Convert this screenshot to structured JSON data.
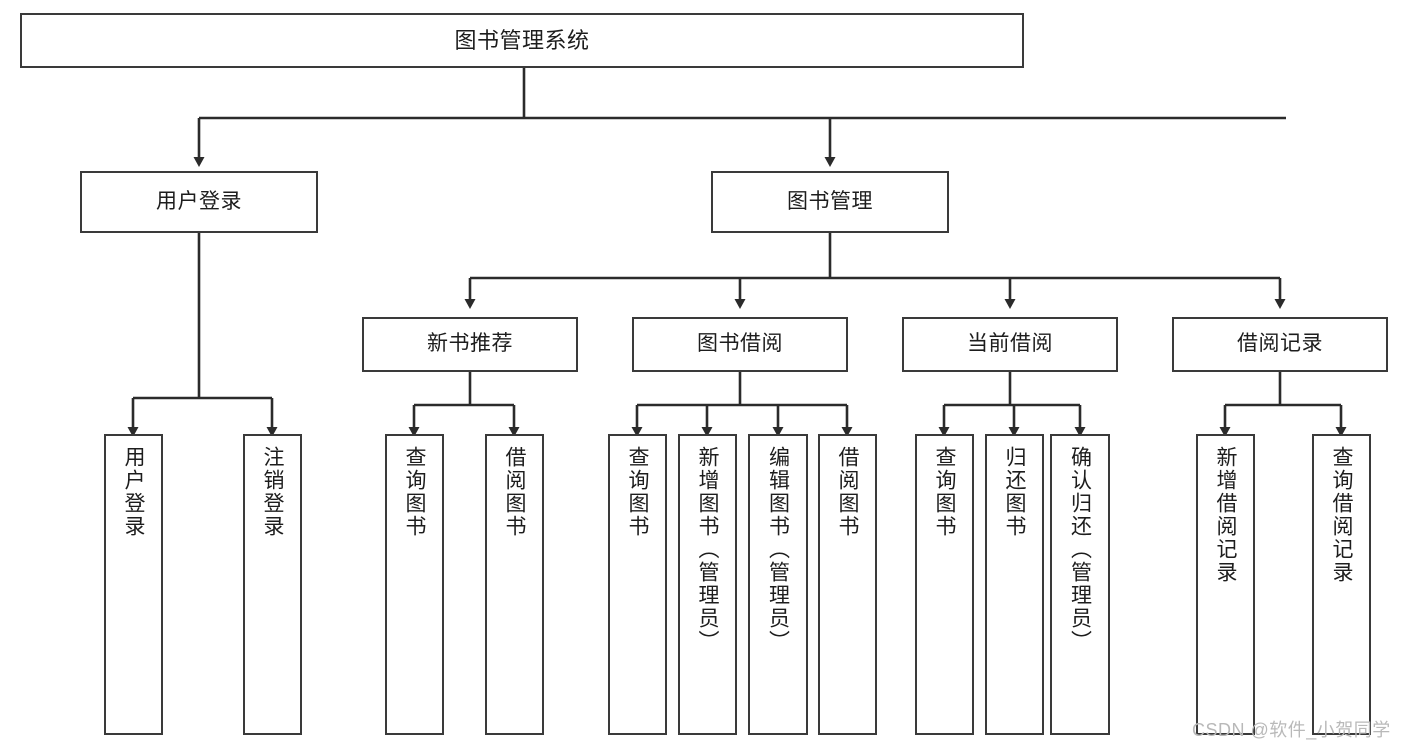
{
  "diagram": {
    "title": "图书管理系统",
    "type": "tree-hierarchy-diagram",
    "colors": {
      "background": "#ffffff",
      "node_border": "#3a3a3a",
      "node_fill": "#ffffff",
      "connector": "#2b2b2b",
      "text": "#1d1d1d",
      "watermark": "#b9b9b9"
    },
    "watermark": "CSDN @软件_小贺同学"
  },
  "nodes": {
    "root": {
      "label": "图书管理系统"
    },
    "level1": [
      {
        "label": "用户登录"
      },
      {
        "label": "图书管理"
      }
    ],
    "level2": [
      {
        "label": "新书推荐"
      },
      {
        "label": "图书借阅"
      },
      {
        "label": "当前借阅"
      },
      {
        "label": "借阅记录"
      }
    ],
    "leaves": {
      "user_login": [
        {
          "label": "用户登录"
        },
        {
          "label": "注销登录"
        }
      ],
      "new_book_recommend": [
        {
          "label": "查询图书"
        },
        {
          "label": "借阅图书"
        }
      ],
      "book_borrow": [
        {
          "label": "查询图书"
        },
        {
          "label": "新增图书（管理员）"
        },
        {
          "label": "编辑图书（管理员）"
        },
        {
          "label": "借阅图书"
        }
      ],
      "current_borrow": [
        {
          "label": "查询图书"
        },
        {
          "label": "归还图书"
        },
        {
          "label": "确认归还（管理员）"
        }
      ],
      "borrow_record": [
        {
          "label": "新增借阅记录"
        },
        {
          "label": "查询借阅记录"
        }
      ]
    }
  }
}
